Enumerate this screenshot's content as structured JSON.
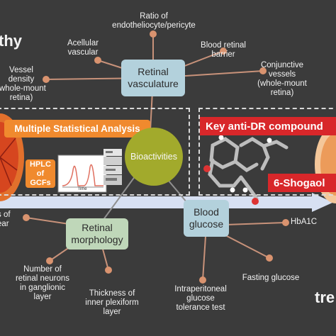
{
  "corner_text": {
    "top_left": "thy",
    "bottom_right": "tre"
  },
  "hub": {
    "label": "Bioactivities"
  },
  "nodes": {
    "retinal_vasculature": "Retinal\nvasculature",
    "retinal_morphology": "Retinal\nmorphology",
    "blood_glucose": "Blood\nglucose"
  },
  "vasculature_items": [
    "Ratio of\nendotheliocyte/pericyte",
    "Acellular\nvascular",
    "Blood retinal\nbarrier",
    "Vessel density\n(whole-mount\nretina)",
    "Conjunctive\nvessels\n(whole-mount\nretina)"
  ],
  "morphology_items": [
    "s of\near",
    "Number of\nretinal neurons\nin ganglionic\nlayer",
    "Thickness of\ninner plexiform\nlayer"
  ],
  "glucose_items": [
    "HbA1C",
    "Fasting glucose",
    "Intraperitoneal\nglucose\ntolerance test"
  ],
  "left_panel": {
    "banner": "Multiple Statistical Analysis",
    "hplc_label": "HPLC\nof GCFs",
    "chart_axis": "Time"
  },
  "right_panel": {
    "banner": "Key anti-DR compound",
    "compound": "6-Shogaol"
  },
  "colors": {
    "background": "#3b3b3b",
    "connector": "#c8927a",
    "dot": "#d9936f",
    "node_blue": "#b3d1dc",
    "node_green": "#bfd7b9",
    "hub": "#a2aa2c",
    "orange": "#f08a2e",
    "red": "#d8272a",
    "arrow": "#d7e0f2"
  }
}
